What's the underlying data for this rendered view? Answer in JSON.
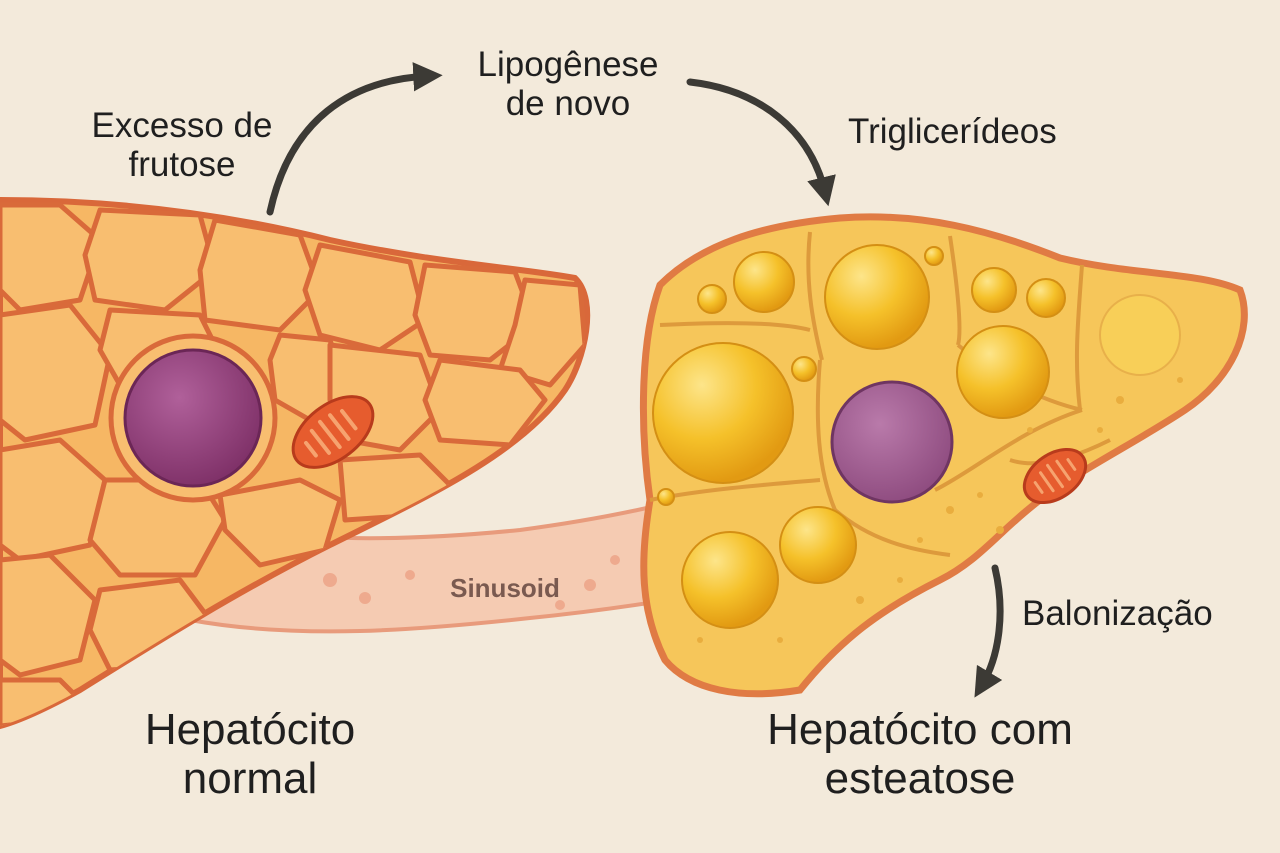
{
  "colors": {
    "background": "#f3eadb",
    "cell_fill": "#f6b764",
    "cell_border": "#d9683a",
    "fatty_fill": "#f6c24a",
    "lipid_droplet": "#f2b11a",
    "nucleus": "#93407a",
    "mitochondrion": "#e0582c",
    "sinusoid": "#f4c6ad",
    "arrow": "#3c3a35"
  },
  "labels": {
    "excess_fructose": [
      "Excesso de",
      "frutose"
    ],
    "lipogenesis": [
      "Lipogênese",
      "de novo"
    ],
    "triglycerides": "Triglicerídeos",
    "sinusoid": "Sinusoid",
    "ballooning": "Balonização",
    "normal_hepatocyte": [
      "Hepatócito",
      "normal"
    ],
    "steatotic_hepatocyte": [
      "Hepatócito com",
      "esteatose"
    ]
  },
  "icons": [
    "normal-hepatocyte-tissue",
    "steatotic-hepatocyte-cell",
    "nucleus",
    "mitochondrion",
    "lipid-droplet",
    "curved-arrow"
  ]
}
